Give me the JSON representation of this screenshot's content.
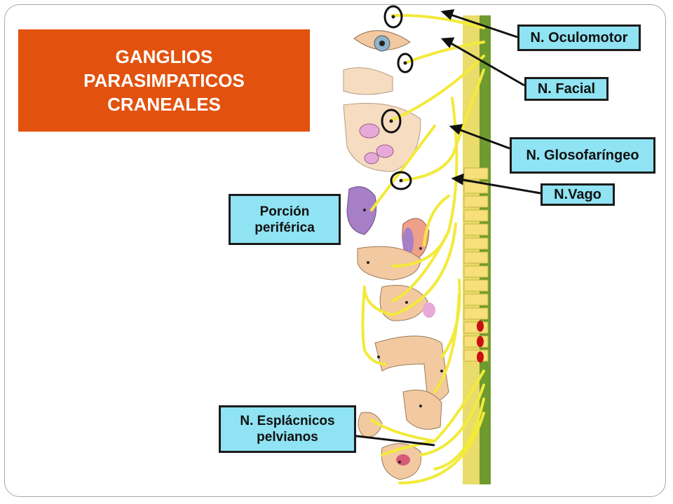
{
  "title": {
    "line1": "GANGLIOS",
    "line2": "PARASIMPATICOS",
    "line3": "CRANEALES"
  },
  "labels": {
    "oculomotor": "N. Oculomotor",
    "facial": "N. Facial",
    "glossopharyngeal": "N. Glosofaríngeo",
    "vagus": "N.Vago",
    "peripheral_line1": "Porción",
    "peripheral_line2": "periférica",
    "pelvic_line1": "N. Esplácnicos",
    "pelvic_line2": "pelvianos"
  },
  "colors": {
    "title_bg": "#e2520e",
    "label_bg": "#8fe3f2",
    "nerve": "#f3ea3a",
    "spinal_cord": "#6f9a2f",
    "organ": "#f2c9a0",
    "organ_purple": "#a77fc6",
    "ganglion_ring": "#111111",
    "vertebra": "#f7e07a",
    "marker_red": "#c81010"
  }
}
